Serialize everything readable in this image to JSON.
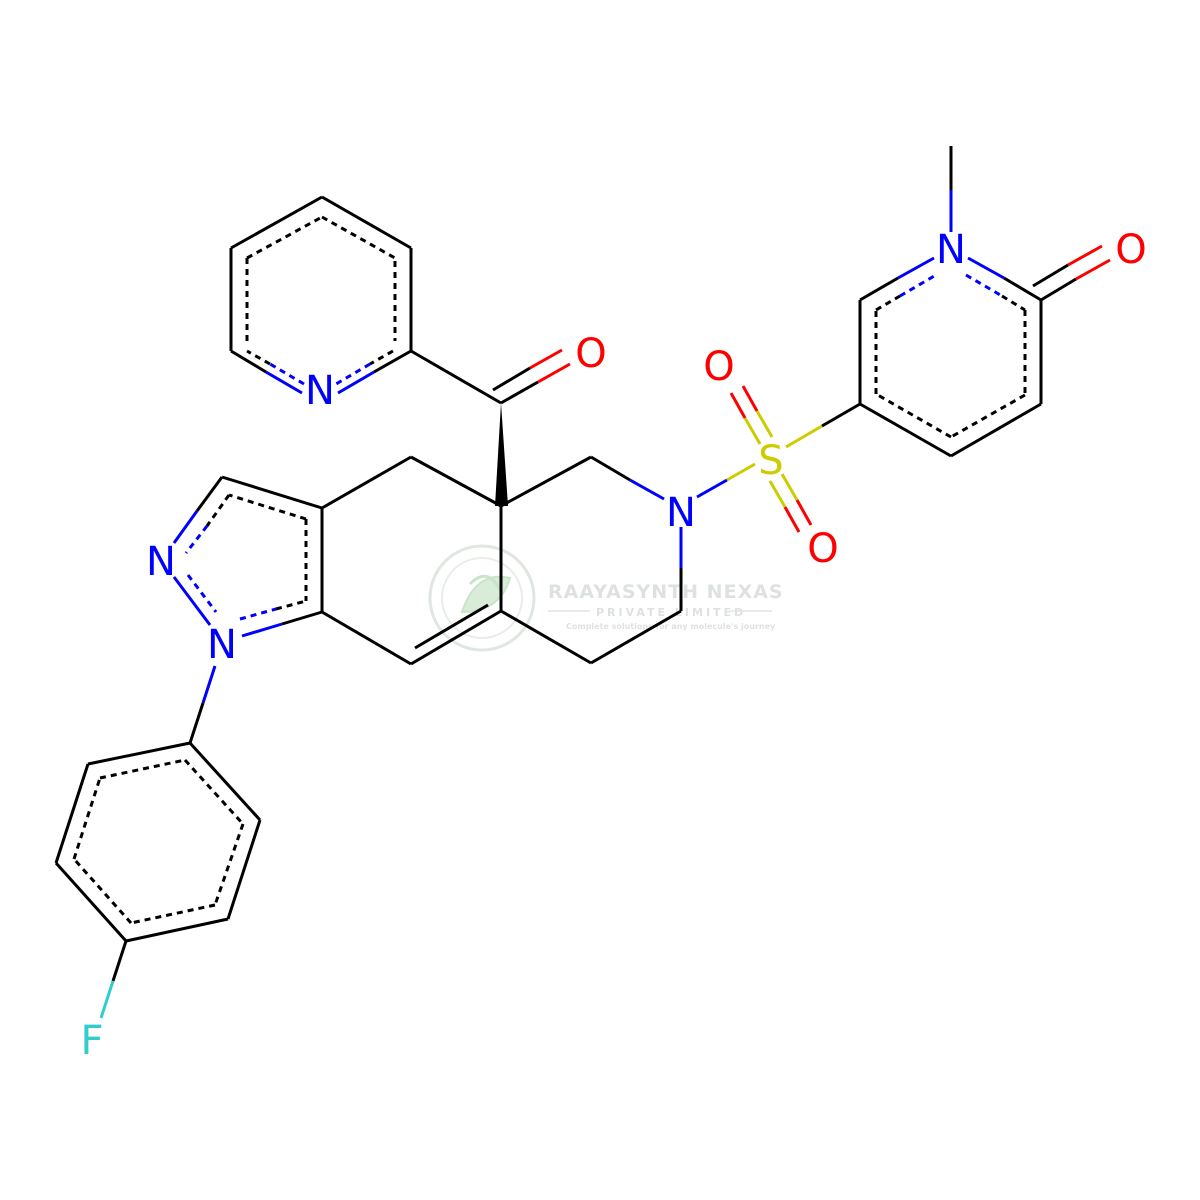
{
  "molecule": {
    "atoms": [
      {
        "id": "N_pyridine",
        "symbol": "N",
        "color": "#0000FF"
      },
      {
        "id": "O_ketone",
        "symbol": "O",
        "color": "#FF0000"
      },
      {
        "id": "O_sulfonyl_top",
        "symbol": "O",
        "color": "#FF0000"
      },
      {
        "id": "S_sulfonyl",
        "symbol": "S",
        "color": "#CCCC00"
      },
      {
        "id": "O_sulfonyl_bottom",
        "symbol": "O",
        "color": "#FF0000"
      },
      {
        "id": "N_piperidine",
        "symbol": "N",
        "color": "#0000FF"
      },
      {
        "id": "N_pyridone",
        "symbol": "N",
        "color": "#0000FF"
      },
      {
        "id": "O_pyridone",
        "symbol": "O",
        "color": "#FF0000"
      },
      {
        "id": "N_pyrazole_2",
        "symbol": "N",
        "color": "#0000FF"
      },
      {
        "id": "N_pyrazole_1",
        "symbol": "N",
        "color": "#0000FF"
      },
      {
        "id": "F_aryl",
        "symbol": "F",
        "color": "#33CCCC"
      }
    ],
    "bond_color": "#000000"
  },
  "watermark": {
    "title": "RAAYASYNTH NEXAS",
    "subtitle": "PRIVATE LIMITED",
    "tagline": "Complete solutions for any molecule's journey",
    "color": "#c8d2c8",
    "accent": "#9ecf9e"
  }
}
